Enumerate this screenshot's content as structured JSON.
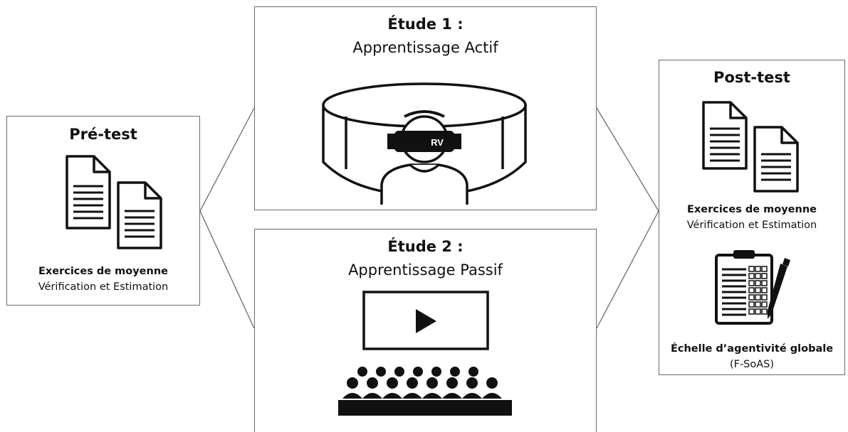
{
  "pretest": {
    "title": "Pré-test",
    "exercise_title": "Exercices de moyenne",
    "exercise_sub": "Vérification et Estimation"
  },
  "study1": {
    "title": "Étude 1 :",
    "subtitle": "Apprentissage Actif",
    "headset_label": "RV"
  },
  "study2": {
    "title": "Étude 2 :",
    "subtitle": "Apprentissage Passif"
  },
  "posttest": {
    "title": "Post-test",
    "exercise_title": "Exercices de moyenne",
    "exercise_sub": "Vérification et Estimation",
    "scale_title": "Échelle d’agentivité globale",
    "scale_sub": "(F-SoAS)"
  },
  "icons": [
    "document-icon",
    "vr-headset-icon",
    "video-screen-icon",
    "play-icon",
    "audience-icon",
    "clipboard-icon",
    "pen-icon"
  ],
  "colors": {
    "line": "#6b6b6b",
    "icon": "#111111"
  }
}
